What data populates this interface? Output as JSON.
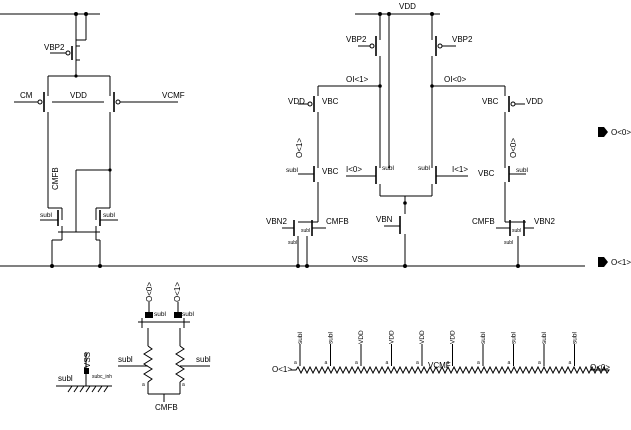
{
  "nets": {
    "vdd": "VDD",
    "vss": "VSS",
    "vbp2": "VBP2",
    "vbc": "VBC",
    "vbn": "VBN",
    "vbn2": "VBN2",
    "cm": "CM",
    "vcmf": "VCMF",
    "cmfb": "CMFB",
    "subl": "subl",
    "o_zero": "O<0>",
    "o_one": "O<1>",
    "oi_zero": "OI<0>",
    "oi_one": "OI<1>",
    "i_zero": "I<0>",
    "i_one": "I<1>",
    "subc_inh": "subc_inh"
  },
  "ladder": {
    "top_labels": [
      "subl",
      "subl",
      "VDD",
      "VDD",
      "VDD",
      "VDD",
      "subl",
      "subl",
      "subl",
      "subl"
    ]
  },
  "ports": {
    "right_top": "O<0>",
    "right_bottom": "O<1>"
  }
}
